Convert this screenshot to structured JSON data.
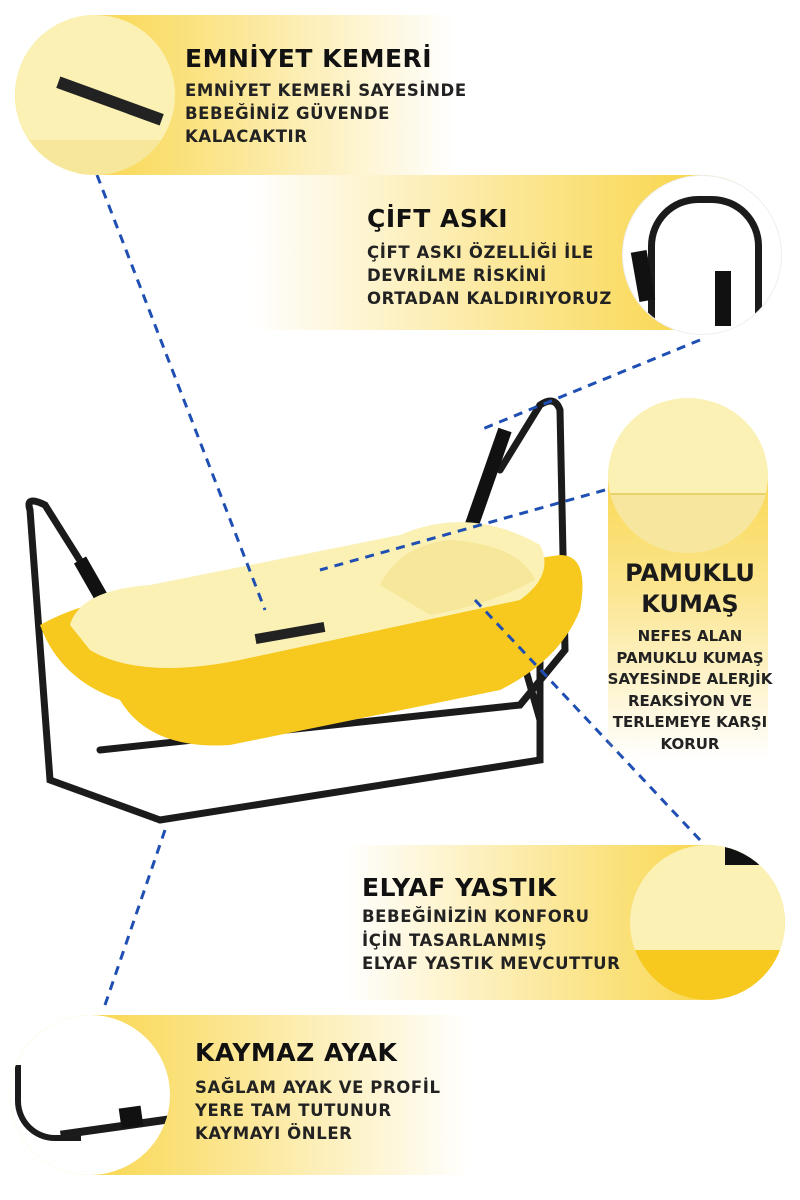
{
  "features": [
    {
      "title": "EMNİYET KEMERİ",
      "lines": [
        "EMNİYET KEMERİ SAYESİNDE",
        "BEBEĞİNİZ GÜVENDE",
        "KALACAKTIR"
      ]
    },
    {
      "title": "ÇİFT ASKI",
      "lines": [
        "ÇİFT ASKI ÖZELLİĞİ İLE",
        "DEVRİLME RİSKİNİ",
        "ORTADAN KALDIRIYORUZ"
      ]
    },
    {
      "title_lines": [
        "PAMUKLU",
        "KUMAŞ"
      ],
      "lines": [
        "NEFES ALAN",
        "PAMUKLU KUMAŞ",
        "SAYESİNDE ALERJİK",
        "REAKSİYON VE",
        "TERLEMEYE KARŞI",
        "KORUR"
      ]
    },
    {
      "title": "ELYAF YASTIK",
      "lines": [
        "BEBEĞİNİZİN KONFORU",
        "İÇİN TASARLANMIŞ",
        "ELYAF YASTIK MEVCUTTUR"
      ]
    },
    {
      "title": "KAYMAZ AYAK",
      "lines": [
        "SAĞLAM AYAK VE PROFİL",
        "YERE TAM TUTUNUR",
        "KAYMAYI ÖNLER"
      ]
    }
  ],
  "colors": {
    "accent": "#f7c81e",
    "fabric": "#fbf1b4",
    "frame": "#1b1b1b",
    "leader": "#1f4fb3"
  }
}
